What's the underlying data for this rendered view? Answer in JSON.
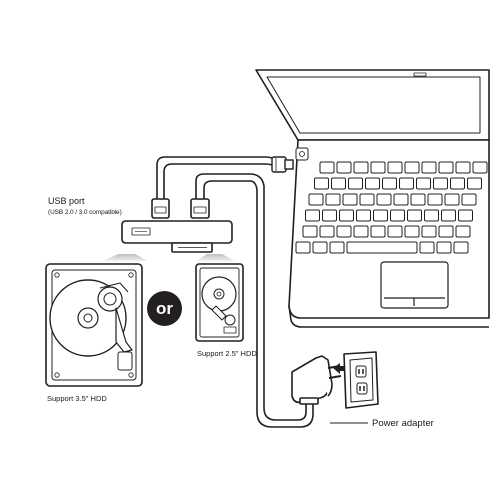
{
  "labels": {
    "usb_port": "USB port",
    "usb_compat": "(USB 2.0 / 3.0 compatible)",
    "hdd_35": "Support 3.5\" HDD",
    "hdd_25": "Support 2.5\" HDD",
    "power_adapter": "Power adapter",
    "or": "or"
  },
  "colors": {
    "line": "#231f20",
    "badge": "#231f20",
    "fill": "#ffffff",
    "arrow": "#d9d9d9"
  },
  "icons": [
    "laptop-icon",
    "hdd-3-5-icon",
    "hdd-2-5-icon",
    "sata-usb-adapter-icon",
    "power-adapter-icon",
    "wall-outlet-icon"
  ]
}
